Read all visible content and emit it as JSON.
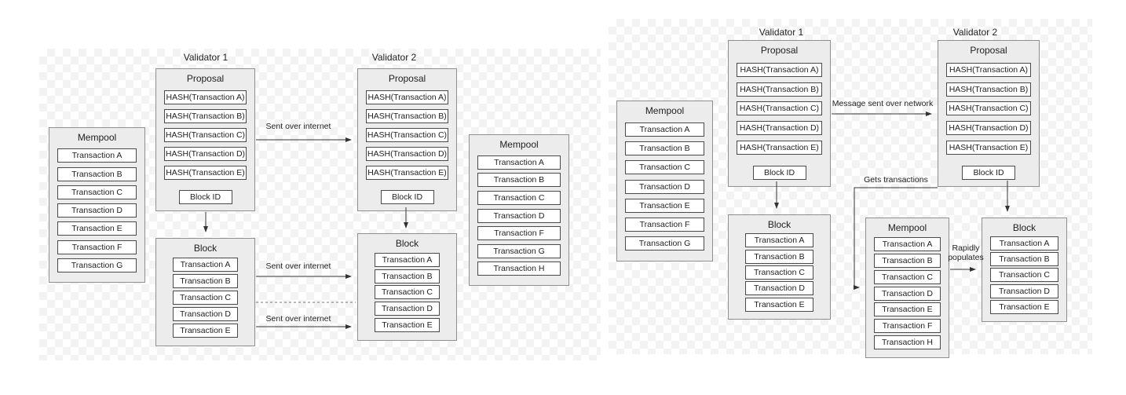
{
  "colors": {
    "panel_fill": "#ececec",
    "panel_border": "#8f8f8f",
    "cell_border": "#4a4a4a",
    "line": "#333333"
  },
  "left_diagram": {
    "mempool_left": {
      "title": "Mempool",
      "items": [
        "Transaction A",
        "Transaction B",
        "Transaction C",
        "Transaction D",
        "Transaction E",
        "Transaction F",
        "Transaction G"
      ]
    },
    "validator1": {
      "label": "Validator 1",
      "proposal": {
        "title": "Proposal",
        "items": [
          "HASH(Transaction A)",
          "HASH(Transaction B)",
          "HASH(Transaction C)",
          "HASH(Transaction D)",
          "HASH(Transaction E)"
        ],
        "block_id": "Block ID"
      },
      "block": {
        "title": "Block",
        "items": [
          "Transaction A",
          "Transaction B",
          "Transaction C",
          "Transaction D",
          "Transaction E"
        ]
      }
    },
    "validator2": {
      "label": "Validator 2",
      "proposal": {
        "title": "Proposal",
        "items": [
          "HASH(Transaction A)",
          "HASH(Transaction B)",
          "HASH(Transaction C)",
          "HASH(Transaction D)",
          "HASH(Transaction E)"
        ],
        "block_id": "Block ID"
      },
      "block": {
        "title": "Block",
        "items": [
          "Transaction A",
          "Transaction B",
          "Transaction C",
          "Transaction D",
          "Transaction E"
        ]
      }
    },
    "mempool_right": {
      "title": "Mempool",
      "items": [
        "Transaction A",
        "Transaction B",
        "Transaction C",
        "Transaction D",
        "Transaction F",
        "Transaction G",
        "Transaction H"
      ]
    },
    "labels": {
      "proposal_arrow": "Sent over internet",
      "block_arrow_top": "Sent over internet",
      "block_arrow_bottom": "Sent over internet"
    }
  },
  "right_diagram": {
    "mempool_left": {
      "title": "Mempool",
      "items": [
        "Transaction A",
        "Transaction B",
        "Transaction C",
        "Transaction D",
        "Transaction E",
        "Transaction F",
        "Transaction G"
      ]
    },
    "validator1": {
      "label": "Validator 1",
      "proposal": {
        "title": "Proposal",
        "items": [
          "HASH(Transaction A)",
          "HASH(Transaction B)",
          "HASH(Transaction C)",
          "HASH(Transaction D)",
          "HASH(Transaction E)"
        ],
        "block_id": "Block ID"
      },
      "block": {
        "title": "Block",
        "items": [
          "Transaction A",
          "Transaction B",
          "Transaction C",
          "Transaction D",
          "Transaction E"
        ]
      }
    },
    "validator2": {
      "label": "Validator 2",
      "proposal": {
        "title": "Proposal",
        "items": [
          "HASH(Transaction A)",
          "HASH(Transaction B)",
          "HASH(Transaction C)",
          "HASH(Transaction D)",
          "HASH(Transaction E)"
        ],
        "block_id": "Block ID"
      }
    },
    "mempool_mid": {
      "title": "Mempool",
      "items": [
        "Transaction A",
        "Transaction B",
        "Transaction C",
        "Transaction D",
        "Transaction E",
        "Transaction F",
        "Transaction H"
      ]
    },
    "block": {
      "title": "Block",
      "items": [
        "Transaction A",
        "Transaction B",
        "Transaction C",
        "Transaction D",
        "Transaction E"
      ]
    },
    "labels": {
      "network_arrow": "Message sent over network",
      "gets_transactions": "Gets transactions",
      "rapidly_populates": "Rapidly populates"
    }
  }
}
